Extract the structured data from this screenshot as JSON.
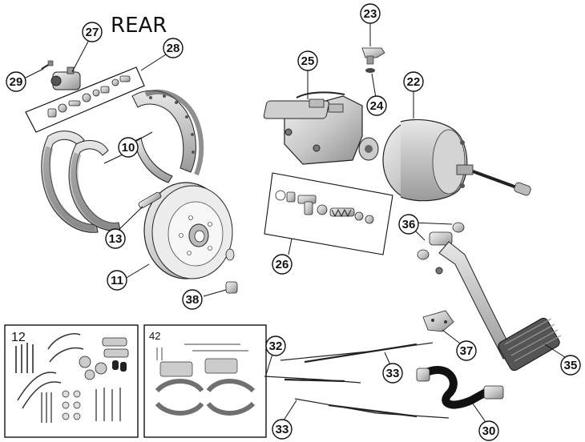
{
  "title": "REAR",
  "callouts": {
    "c10": "10",
    "c11": "11",
    "c13": "13",
    "c22": "22",
    "c23": "23",
    "c24": "24",
    "c25": "25",
    "c26": "26",
    "c27": "27",
    "c28": "28",
    "c29": "29",
    "c30": "30",
    "c32": "32",
    "c33a": "33",
    "c33b": "33",
    "c35": "35",
    "c36": "36",
    "c37": "37",
    "c38": "38"
  },
  "kits": {
    "left_label": "12",
    "right_label": "42"
  },
  "colors": {
    "line": "#1a1a1a",
    "part_fill": "#d9d9d9",
    "part_dark": "#8a8a8a",
    "lining": "#bfbfbf"
  }
}
